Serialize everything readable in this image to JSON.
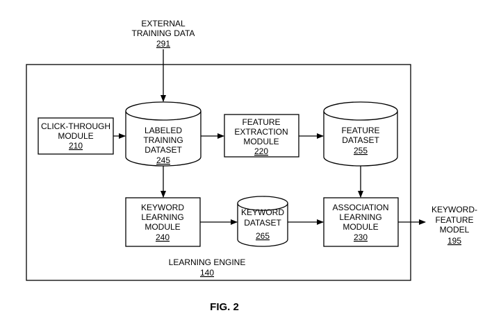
{
  "external": {
    "line1": "EXTERNAL",
    "line2": "TRAINING DATA",
    "ref": "291"
  },
  "engine": {
    "label": "LEARNING ENGINE",
    "ref": "140"
  },
  "click_through": {
    "line1": "CLICK-THROUGH",
    "line2": "MODULE",
    "ref": "210"
  },
  "labeled_dataset": {
    "line1": "LABELED",
    "line2": "TRAINING",
    "line3": "DATASET",
    "ref": "245"
  },
  "feature_extraction": {
    "line1": "FEATURE",
    "line2": "EXTRACTION",
    "line3": "MODULE",
    "ref": "220"
  },
  "feature_dataset": {
    "line1": "FEATURE",
    "line2": "DATASET",
    "ref": "255"
  },
  "keyword_learning": {
    "line1": "KEYWORD",
    "line2": "LEARNING",
    "line3": "MODULE",
    "ref": "240"
  },
  "keyword_dataset": {
    "line1": "KEYWORD",
    "line2": "DATASET",
    "ref": "265"
  },
  "association_learning": {
    "line1": "ASSOCIATION",
    "line2": "LEARNING",
    "line3": "MODULE",
    "ref": "230"
  },
  "keyword_feature_model": {
    "line1": "KEYWORD-",
    "line2": "FEATURE",
    "line3": "MODEL",
    "ref": "195"
  },
  "figure_label": "FIG. 2"
}
